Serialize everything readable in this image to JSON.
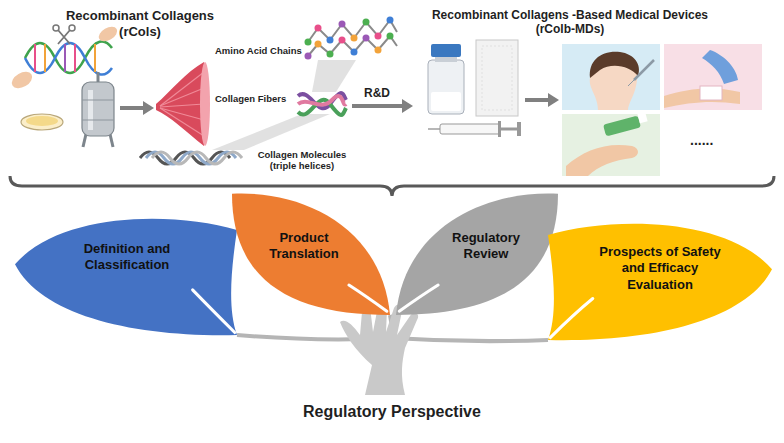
{
  "diagram": {
    "nodes": [
      {
        "text": [
          "Definition and Classification"
        ]
      },
      {
        "text": [
          "Product Translation"
        ]
      },
      {
        "text": [
          "Regulatory Review"
        ]
      },
      {
        "text": [
          "Prospects of Safety and Efficacy Evaluation"
        ]
      }
    ],
    "labels": [
      "Recombinant Collagens (rCols)",
      "Amino Acid Chains",
      "Collagen Fibers",
      "Collagen Molecules (triple helices)",
      "R&D",
      "Recombinant Collagens -Based Medical Devices (rColb-MDs)",
      "......",
      "Regulatory Perspective"
    ]
  }
}
